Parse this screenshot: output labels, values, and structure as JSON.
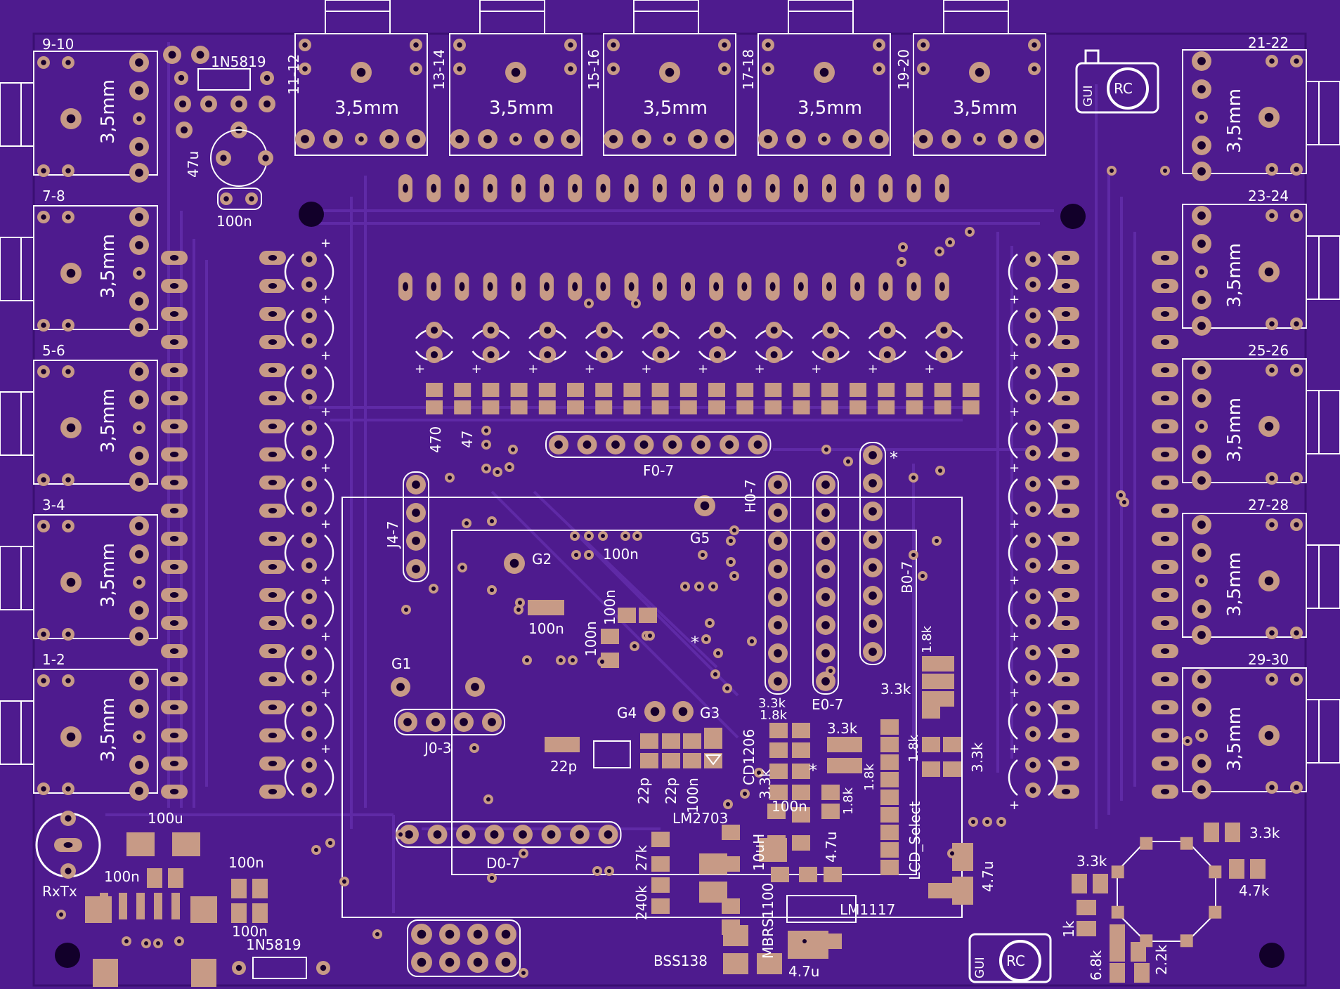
{
  "board": {
    "colors": {
      "substrate": "#4e1b8e",
      "copper_trace": "#5f2aa6",
      "copper_pad": "#c79a86",
      "drill": "#17002e",
      "silkscreen": "#ffffff",
      "outline": "#d9c8f0"
    }
  },
  "jack_labels_left": [
    "9-10",
    "7-8",
    "5-6",
    "3-4",
    "1-2"
  ],
  "jack_labels_right": [
    "21-22",
    "23-24",
    "25-26",
    "27-28",
    "29-30"
  ],
  "jack_labels_top": [
    "11-12",
    "13-14",
    "15-16",
    "17-18",
    "19-20"
  ],
  "jack_size_label": "3,5mm",
  "logo_text": "GUI",
  "logo_badge": "RC",
  "silk": {
    "d1": "1N5819",
    "d2": "1N5819",
    "c_47u": "47u",
    "c_100n_top": "100n",
    "r_470": "470",
    "r_47": "47",
    "f07": "F0-7",
    "h07": "H0-7",
    "b07": "B0-7",
    "e07": "E0-7",
    "j47": "J4-7",
    "j03": "J0-3",
    "d07": "D0-7",
    "g1": "G1",
    "g2": "G2",
    "g3": "G3",
    "g4": "G4",
    "g5": "G5",
    "c_100n_a": "100n",
    "c_100n_b": "100n",
    "c_100n_c": "100n",
    "c_100n_d": "100n",
    "c_100n_e": "100n",
    "c_100n_f": "100n",
    "c_100n_g": "100n",
    "c_100n_h": "100n",
    "c_100n_i": "100n",
    "c_22p_a": "22p",
    "c_22p_b": "22p",
    "c_22p_c": "22p",
    "r_18k_a": "1.8k",
    "r_18k_b": "1.8k",
    "r_18k_c": "1.8k",
    "r_18k_d": "1.8k",
    "r_18k_e": "1.8k",
    "r_33k_a": "3.3k",
    "r_33k_b": "3.3k",
    "r_33k_c": "3.3k",
    "r_33k_d": "3.3k",
    "r_33k_e": "3.3k",
    "r_33k_f": "3.3k",
    "r_33k_g": "3.3k",
    "r_47k": "4.7k",
    "r_1k": "1k",
    "r_68k": "6.8k",
    "r_22k": "2.2k",
    "cd1206": "CD1206",
    "lm2703": "LM2703",
    "r_27k": "27k",
    "r_240k": "240k",
    "l_10uh": "10uH",
    "mbr": "MBRS1100",
    "c_47u_a": "4.7u",
    "c_47u_b": "4.7u",
    "c_47u_c": "4.7u",
    "lm1117": "LM1117",
    "bss138": "BSS138",
    "lcd_select": "LCD_Select",
    "rxtx": "RxTx",
    "c_100u": "100u",
    "star": "*"
  }
}
